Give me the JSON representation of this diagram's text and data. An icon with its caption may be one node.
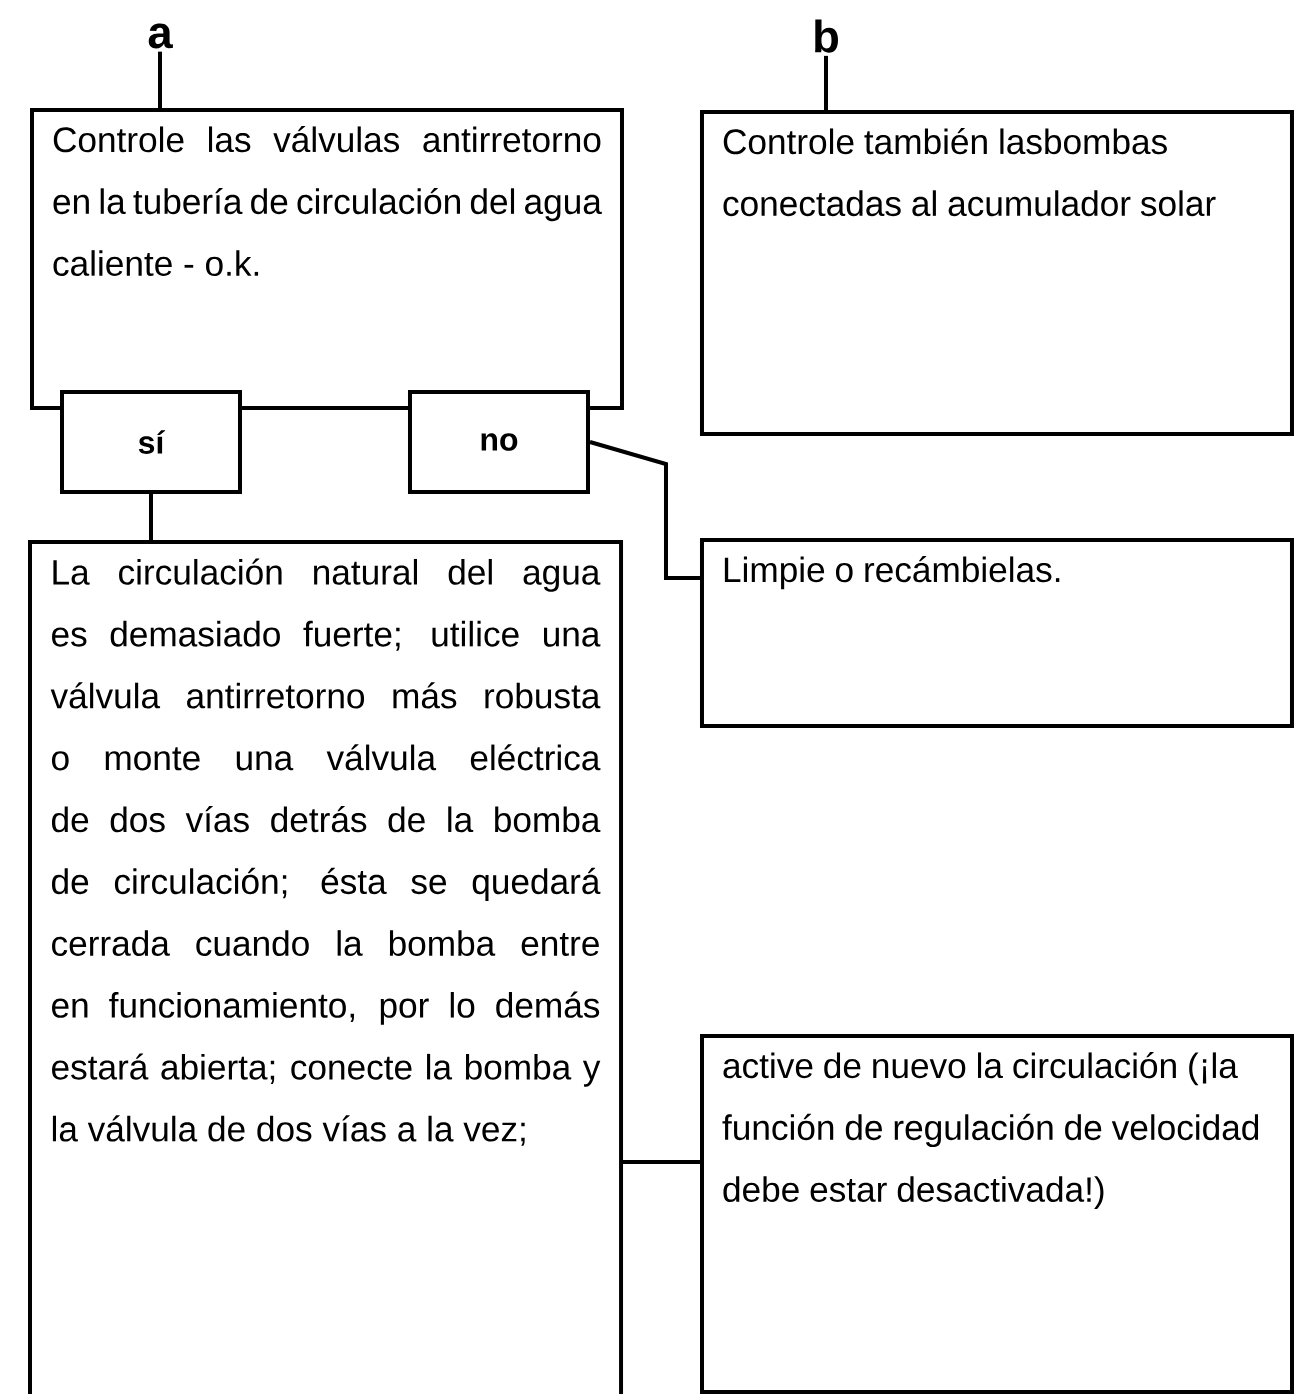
{
  "diagram": {
    "nodes": [
      {
        "text": [
          "a"
        ]
      },
      {
        "text": [
          "Controle las válvulas antirretorno en la tubería de circulación del agua caliente - o.k."
        ]
      },
      {
        "text": [
          "b"
        ]
      },
      {
        "text": [
          "Controle también lasbombas conectadas al acumulador solar"
        ]
      },
      {
        "text": [
          "sí"
        ]
      },
      {
        "text": [
          "no"
        ]
      },
      {
        "text": [
          "La circulación natural del agua es demasiado fuerte; utilice una válvula antirretorno más robusta o monte una válvula eléctrica de dos vías detrás de la bomba de circulación; ésta se quedará cerrada cuando la bomba entre en funcionamiento, por lo demás estará abierta; conecte la bomba y la válvula de dos vías a la vez;"
        ]
      },
      {
        "text": [
          "Limpie o recámbielas."
        ]
      },
      {
        "text": [
          "active de nuevo la circulación (¡la función de regulación de velocidad debe estar desactivada!)"
        ]
      }
    ],
    "edges": [
      {
        "from": 0,
        "to": 1,
        "arrow": "none"
      },
      {
        "from": 2,
        "to": 3,
        "arrow": "none"
      },
      {
        "from": 4,
        "to": 6,
        "arrow": "none"
      },
      {
        "from": 5,
        "to": 7,
        "arrow": "none"
      },
      {
        "from": 6,
        "to": 8,
        "arrow": "none"
      }
    ]
  }
}
